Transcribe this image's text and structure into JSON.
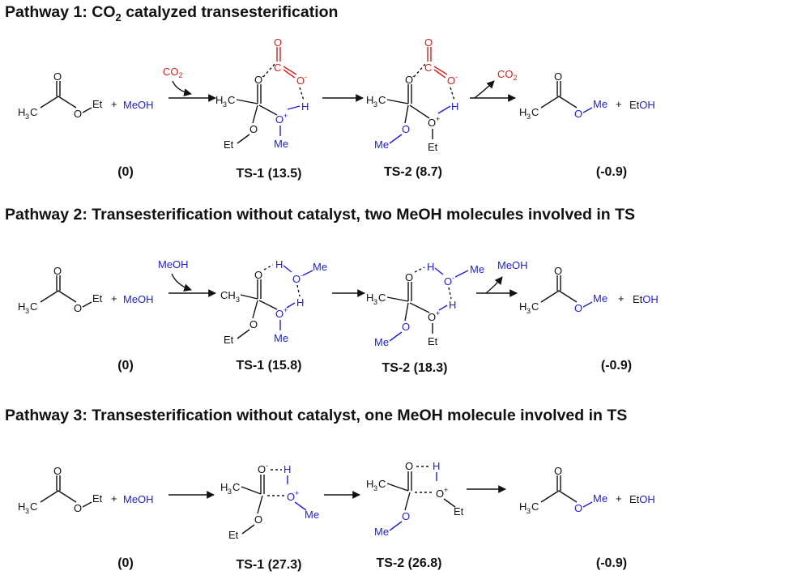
{
  "pathways": [
    {
      "title_pre": "Pathway 1: CO",
      "title_sub": "2",
      "title_post": " catalyzed transesterification",
      "catalyst": "CO2",
      "reagent": "MeOH",
      "labels": [
        "(0)",
        "TS-1 (13.5)",
        "TS-2 (8.7)",
        "(-0.9)"
      ]
    },
    {
      "title_pre": "Pathway 2: Transesterification without catalyst, two MeOH molecules involved in TS",
      "title_sub": "",
      "title_post": "",
      "catalyst": "MeOH",
      "reagent": "MeOH",
      "labels": [
        "(0)",
        "TS-1 (15.8)",
        "TS-2 (18.3)",
        "(-0.9)"
      ]
    },
    {
      "title_pre": "Pathway 3: Transesterification without catalyst, one MeOH molecule involved in TS",
      "title_sub": "",
      "title_post": "",
      "catalyst": "",
      "reagent": "MeOH",
      "labels": [
        "(0)",
        "TS-1 (27.3)",
        "TS-2 (26.8)",
        "(-0.9)"
      ]
    }
  ],
  "atoms": {
    "ethyl": "Et",
    "methyl": "Me",
    "ethanol_prefix": "Et",
    "ethanol_suffix": "OH",
    "hydrogen": "H",
    "oxygen": "O"
  },
  "colors": {
    "ink": "#111111",
    "reagent": "#1d1dd8",
    "co2": "#d42020"
  }
}
